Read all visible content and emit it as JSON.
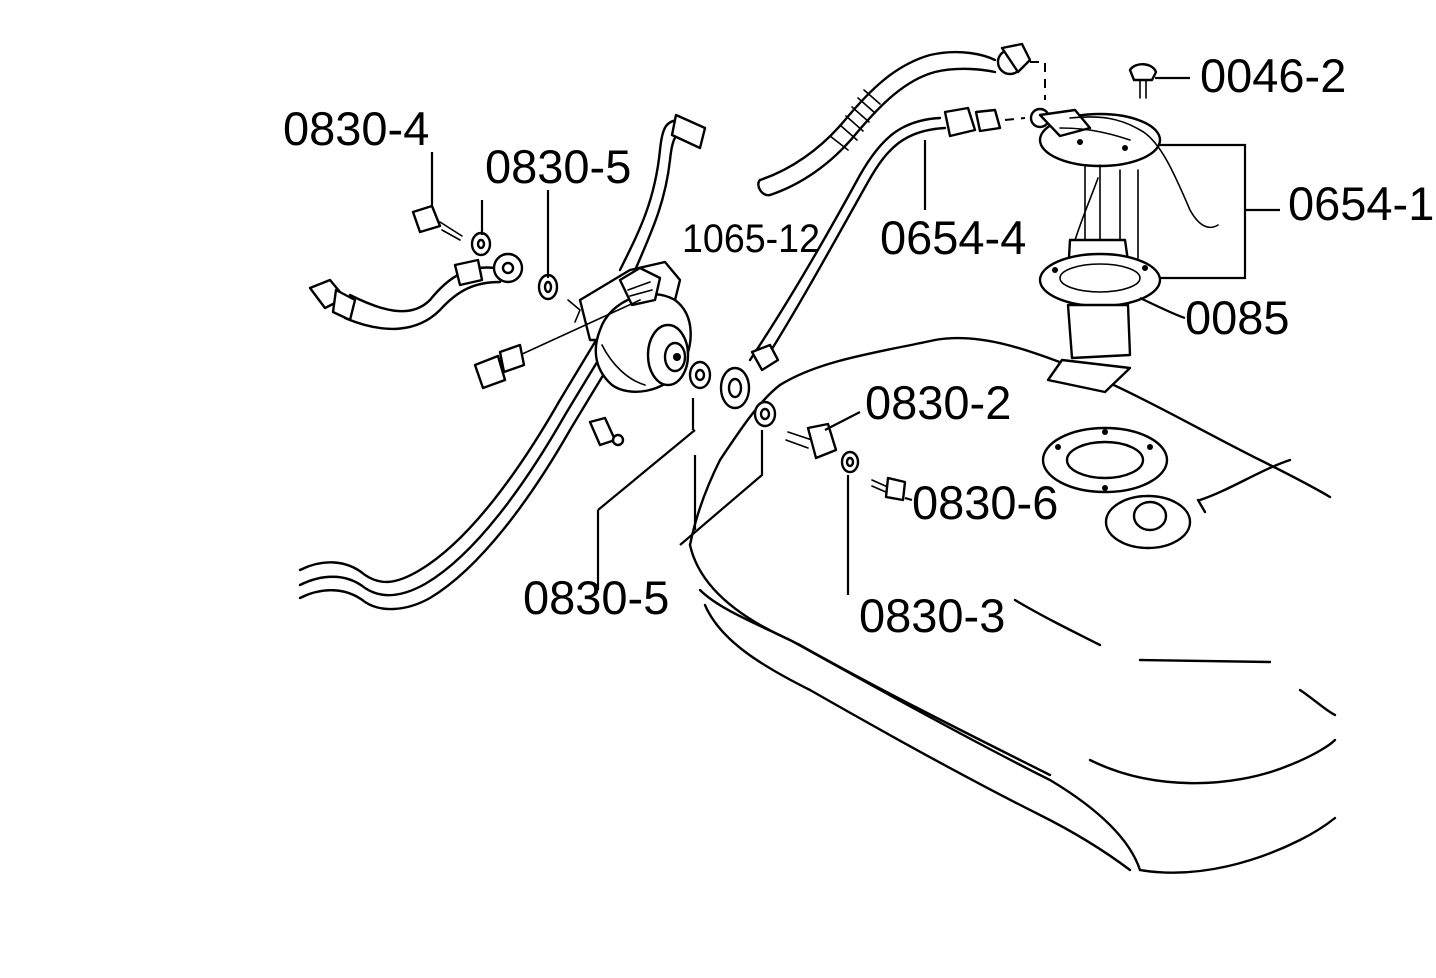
{
  "labels": {
    "p0830_4": "0830-4",
    "p0830_5_top": "0830-5",
    "p1065_12": "1065-12",
    "p0654_4": "0654-4",
    "p0046_2": "0046-2",
    "p0654_1": "0654-1",
    "p0085": "0085",
    "p0830_2": "0830-2",
    "p0830_6": "0830-6",
    "p0830_5_bottom": "0830-5",
    "p0830_3": "0830-3"
  }
}
